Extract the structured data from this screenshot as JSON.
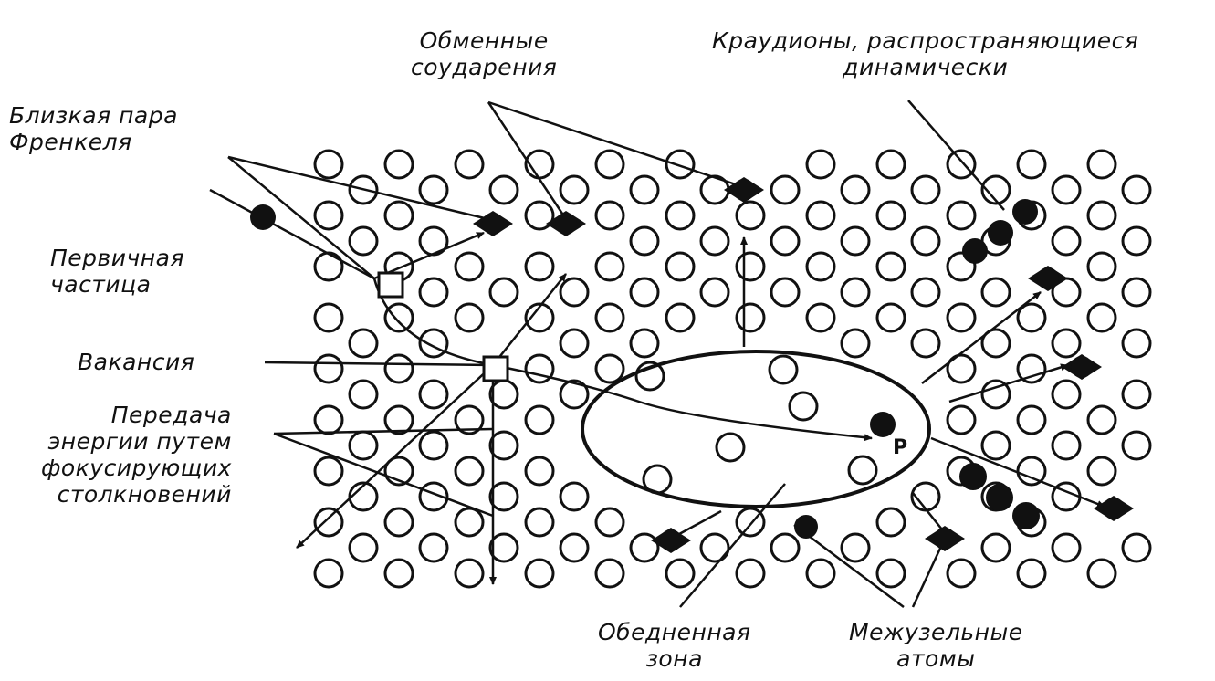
{
  "labels": {
    "frenkel_pair": "Близкая пара\nФренкеля",
    "exchange_collisions": "Обменные\nсоударения",
    "crowdions": "Краудионы, распространяющиеся\nдинамически",
    "primary_particle": "Первичная\nчастица",
    "vacancy": "Вакансия",
    "energy_transfer": "Передача\nэнергии путем\nфокусирующих\nстолкновений",
    "depleted_zone": "Обедненная\nзона",
    "interstitial_atoms": "Межузельные\nатомы",
    "p_marker": "P"
  },
  "colors": {
    "ink": "#111111",
    "background": "#ffffff"
  }
}
